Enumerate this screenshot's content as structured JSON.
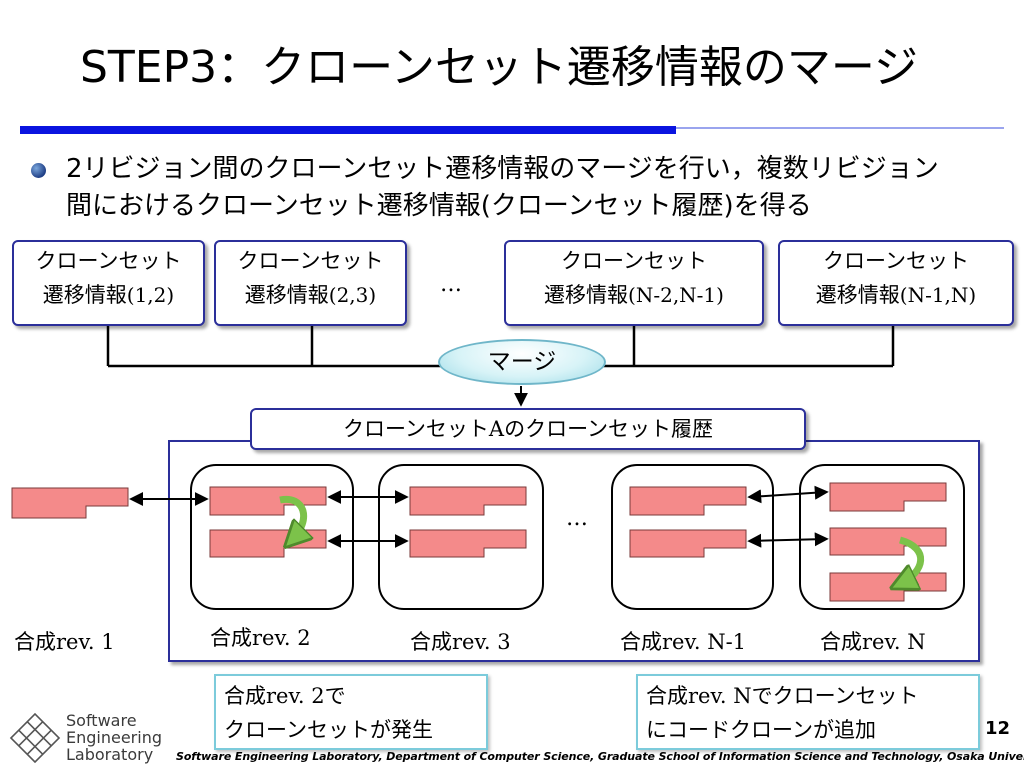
{
  "slide": {
    "title": "STEP3：クローンセット遷移情報のマージ",
    "bullet_line1": "2リビジョン間のクローンセット遷移情報のマージを行い，複数リビジョン",
    "bullet_line2": "間におけるクローンセット遷移情報(クローンセット履歴)を得る",
    "page_number": "12",
    "footer": "Software Engineering Laboratory, Department of Computer Science, Graduate School of Information Science and Technology, Osaka University"
  },
  "transition_boxes": [
    {
      "line1": "クローンセット",
      "line2_jp": "遷移情報",
      "line2_range": "(1,2)"
    },
    {
      "line1": "クローンセット",
      "line2_jp": "遷移情報",
      "line2_range": "(2,3)"
    },
    {
      "line1": "クローンセット",
      "line2_jp": "遷移情報",
      "line2_range": "(N-2,N-1)"
    },
    {
      "line1": "クローンセット",
      "line2_jp": "遷移情報",
      "line2_range": "(N-1,N)"
    }
  ],
  "ellipsis": "…",
  "merge_label": "マージ",
  "history_label": {
    "prefix": "クローンセット",
    "letter": "A",
    "suffix": "のクローンセット履歴"
  },
  "revisions": [
    {
      "jp": "合成",
      "rev": "rev. 1"
    },
    {
      "jp": "合成",
      "rev": "rev. 2"
    },
    {
      "jp": "合成",
      "rev": "rev. 3"
    },
    {
      "jp": "合成",
      "rev": "rev. N-1"
    },
    {
      "jp": "合成",
      "rev": "rev. N"
    }
  ],
  "callouts": {
    "rev2": {
      "l1_jp": "合成",
      "l1_rev": "rev. 2",
      "l1_tail": "で",
      "l2": "クローンセットが発生"
    },
    "revN": {
      "l1_jp": "合成",
      "l1_rev": "rev. N",
      "l1_tail": "でクローンセット",
      "l2": "にコードクローンが追加"
    }
  },
  "logo": {
    "line1": "Software",
    "line2": "Engineering",
    "line3": "Laboratory"
  },
  "colors": {
    "accent_blue": "#0a14e0",
    "box_border": "#2b2f9a",
    "fragment_fill": "#f48a8a",
    "arrow_green": "#7cc24a",
    "callout_border": "#7ccbdb"
  }
}
